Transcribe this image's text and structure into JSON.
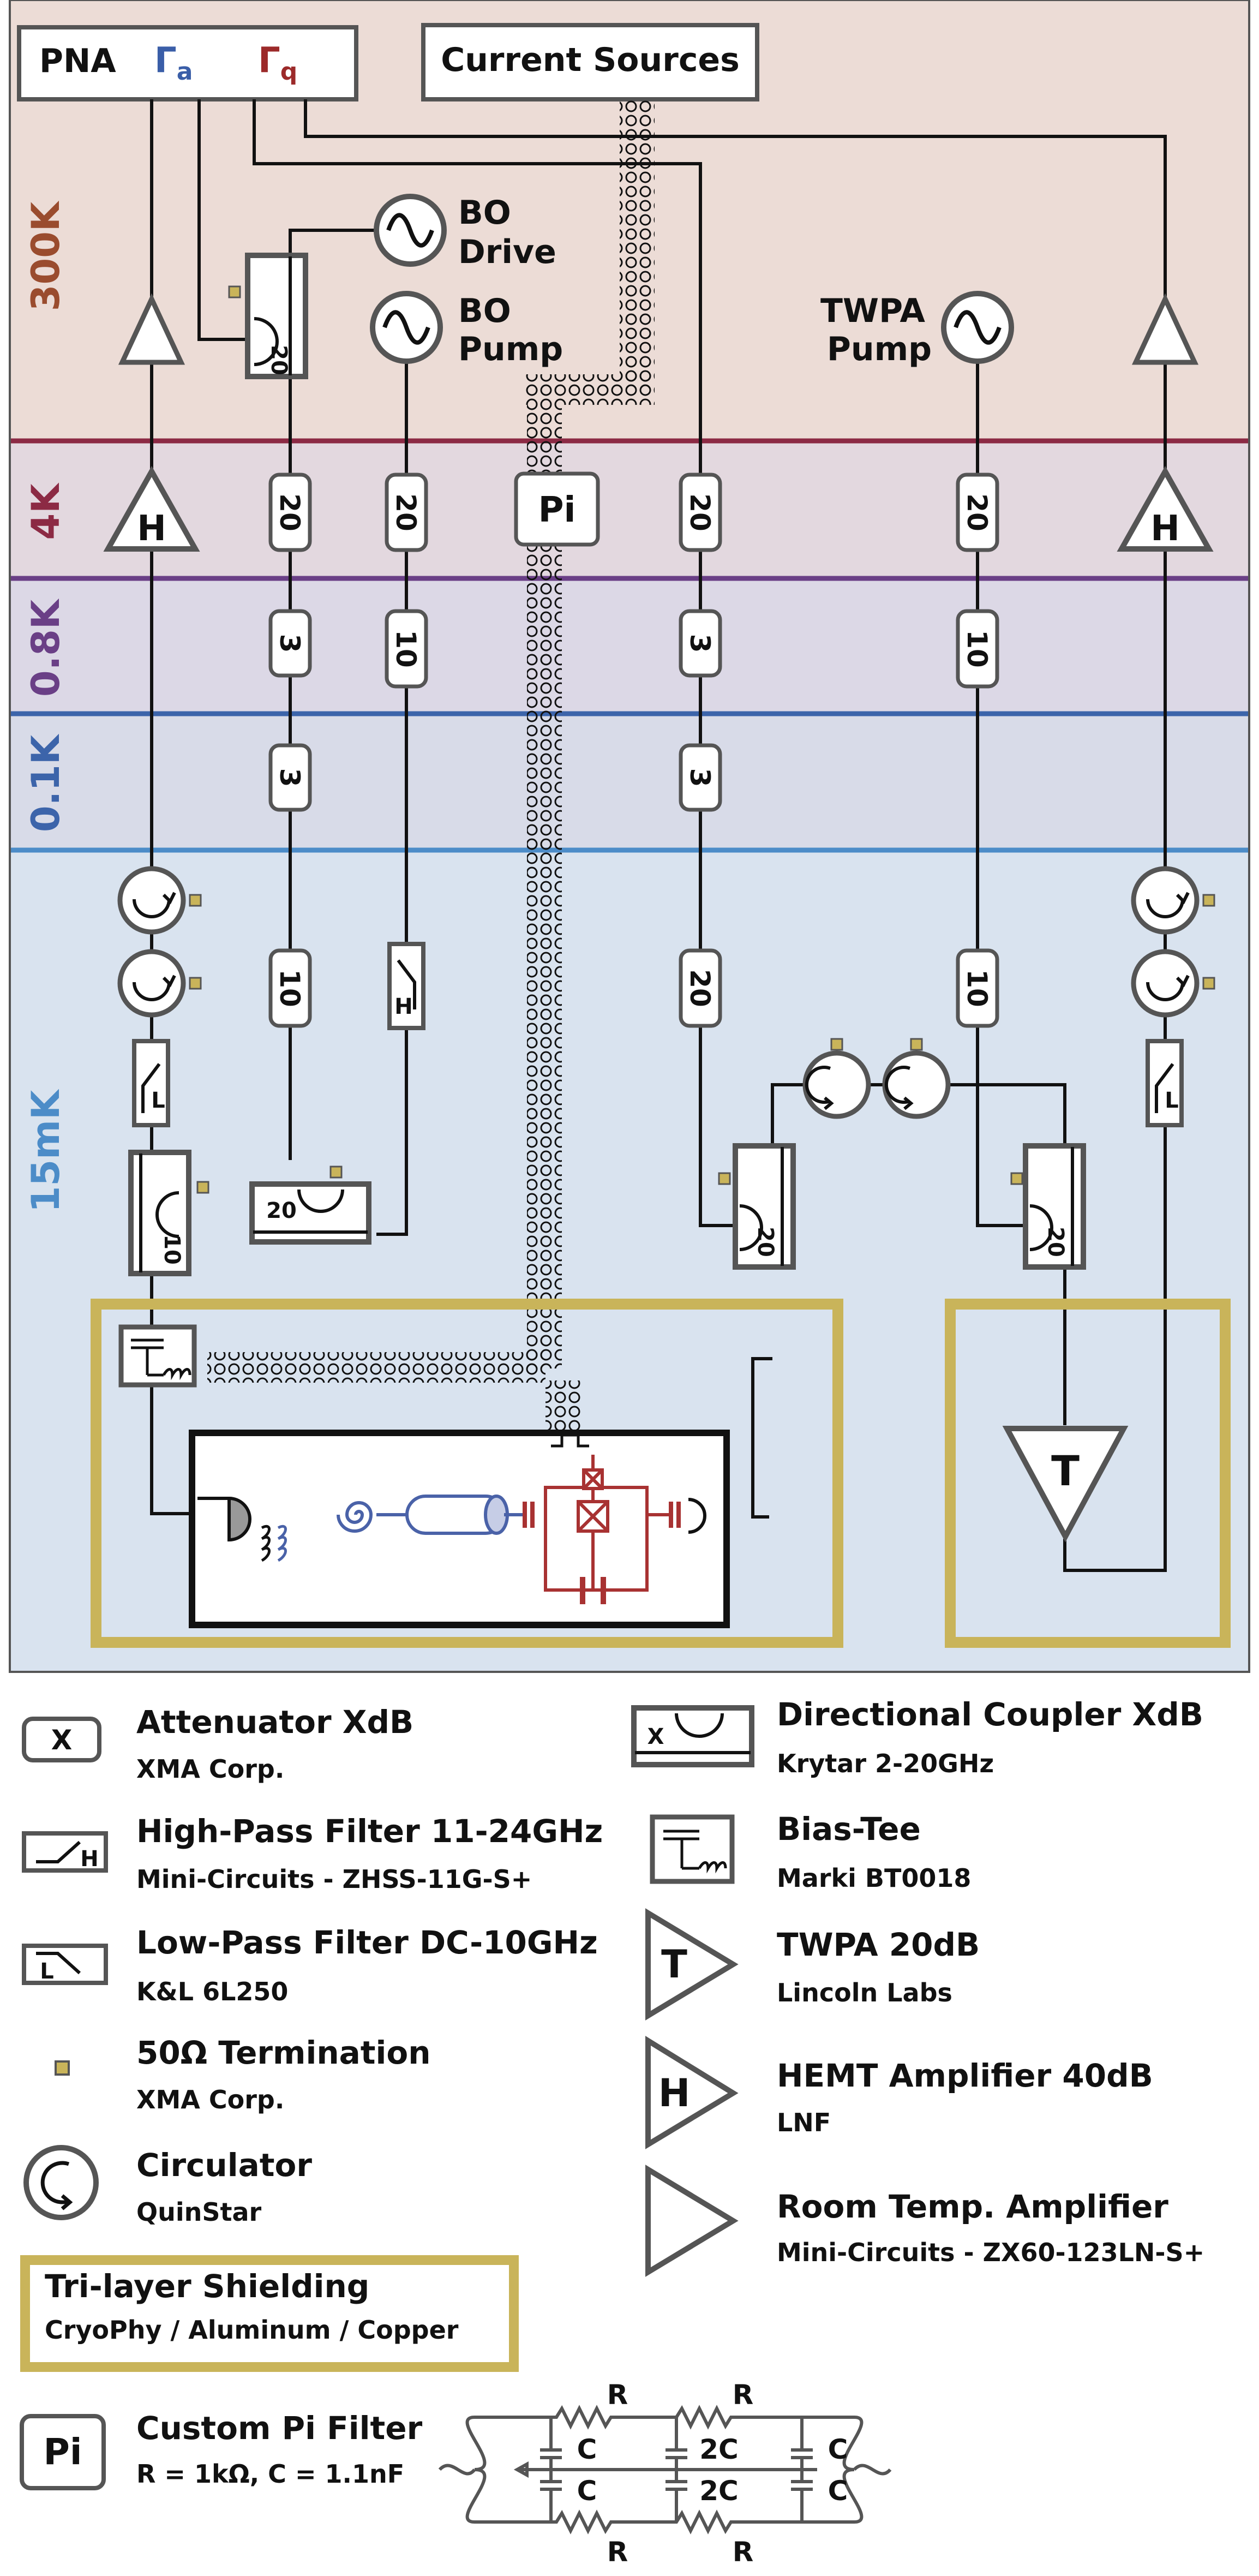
{
  "colors": {
    "stage_300K_bg": "#ecdcd6",
    "stage_4K_bg": "#e3d8df",
    "stage_08K_bg": "#dcd8e6",
    "stage_01K_bg": "#d8dbe8",
    "stage_15mK_bg": "#d9e3ef",
    "line_300K_4K": "#8c2a44",
    "line_4K_08K": "#6a3f86",
    "line_08K_01K": "#3c64aa",
    "line_01K_15mK": "#4c8cc8",
    "label_300K": "#9a4c2e",
    "label_4K": "#8c2a44",
    "label_08K": "#6a3f86",
    "label_01K": "#3c64aa",
    "label_15mK": "#4c8cc8",
    "gamma_a": "#3a5ea8",
    "gamma_q": "#9c2a2a",
    "shield": "#c9b45a",
    "termination": "#c9b45a",
    "resonator": "#4a62a8",
    "qubit": "#a83232",
    "wire": "#111111",
    "component_stroke": "#555555"
  },
  "stages": {
    "s300K": "300K",
    "s4K": "4K",
    "s08K": "0.8K",
    "s01K": "0.1K",
    "s15mK": "15mK"
  },
  "top": {
    "pna": "PNA",
    "gamma_a_main": "Γ",
    "gamma_a_sub": "a",
    "gamma_q_main": "Γ",
    "gamma_q_sub": "q",
    "current_sources": "Current Sources"
  },
  "sources": {
    "bo_drive_1": "BO",
    "bo_drive_2": "Drive",
    "bo_pump_1": "BO",
    "bo_pump_2": "Pump",
    "twpa_pump_1": "TWPA",
    "twpa_pump_2": "Pump"
  },
  "components": {
    "h": "H",
    "l": "L",
    "t": "T",
    "pi": "Pi",
    "att_20": "20",
    "att_10": "10",
    "att_3": "3",
    "dc_20": "20",
    "dc_10": "10"
  },
  "legend": {
    "attenuator_symbol": "X",
    "attenuator_title": "Attenuator XdB",
    "attenuator_sub": "XMA Corp.",
    "dircoupler_symbol": "X",
    "dircoupler_title": "Directional Coupler XdB",
    "dircoupler_sub": "Krytar 2-20GHz",
    "hpf_symbol": "H",
    "hpf_title": "High-Pass Filter 11-24GHz",
    "hpf_sub": "Mini-Circuits - ZHSS-11G-S+",
    "biastee_title": "Bias-Tee",
    "biastee_sub": "Marki BT0018",
    "lpf_symbol": "L",
    "lpf_title": "Low-Pass Filter DC-10GHz",
    "lpf_sub": "K&L 6L250",
    "twpa_symbol": "T",
    "twpa_title": "TWPA 20dB",
    "twpa_sub": "Lincoln Labs",
    "term_title": "50Ω Termination",
    "term_sub": "XMA Corp.",
    "hemt_symbol": "H",
    "hemt_title": "HEMT Amplifier 40dB",
    "hemt_sub": "LNF",
    "circ_title": "Circulator",
    "circ_sub": "QuinStar",
    "rta_title": "Room Temp. Amplifier",
    "rta_sub": "Mini-Circuits - ZX60-123LN-S+",
    "shield_title": "Tri-layer Shielding",
    "shield_sub": "CryoPhy / Aluminum / Copper",
    "pi_symbol": "Pi",
    "pi_title": "Custom Pi Filter",
    "pi_sub": "R = 1kΩ, C = 1.1nF",
    "pi_r": "R",
    "pi_c": "C",
    "pi_2c": "2C"
  }
}
